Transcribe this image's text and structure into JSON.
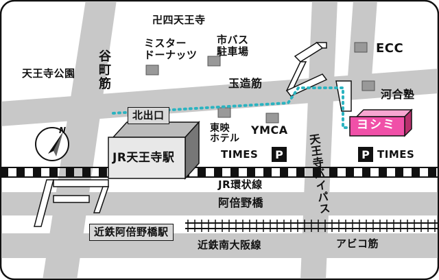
{
  "map": {
    "labels": {
      "shitennoji_temple": "卍四天王寺",
      "mister_donut": "ミスター\nドーナッツ",
      "bus_terminal": "市バス\n駐車場",
      "ecc": "ECC",
      "tennoji_park": "天王寺公園",
      "tanimachi_suji": "谷町筋",
      "tamatsukuri_suji": "玉造筋",
      "kawai_juku": "河合塾",
      "north_exit": "北出口",
      "toei_hotel": "東映\nホテル",
      "ymca": "YMCA",
      "yoshimi": "ヨシミ",
      "jr_tennoji_station": "JR天王寺駅",
      "times_left": "TIMES",
      "times_right": "TIMES",
      "parking_symbol": "P",
      "tennoji_bypass": "天王寺バイパス",
      "jr_loop_line": "JR環状線",
      "abenobashi": "阿倍野橋",
      "kintetsu_station": "近鉄阿倍野橋駅",
      "kintetsu_line": "近鉄南大阪線",
      "abiko_suji": "アビコ筋",
      "north_mark": "N"
    },
    "colors": {
      "road": "#c8c8c8",
      "route": "#2bb3c0",
      "yoshimi": "#f050a8",
      "station": "#d9d9d9",
      "border": "#111111"
    }
  }
}
